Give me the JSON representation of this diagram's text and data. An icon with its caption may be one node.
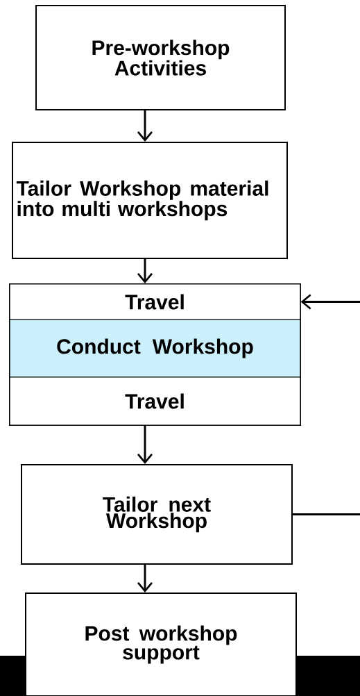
{
  "diagram": {
    "nodes": [
      {
        "text": [
          "Pre-workshop Activities"
        ]
      },
      {
        "text": [
          "Tailor Workshop material into multi workshops"
        ]
      },
      {
        "text": [],
        "shape": "box"
      },
      {
        "text": [
          "Travel"
        ],
        "in": 2
      },
      {
        "text": [
          "Conduct Workshop"
        ],
        "in": 2
      },
      {
        "text": [
          "Travel"
        ],
        "in": 2
      },
      {
        "text": [
          "Tailor next Workshop"
        ]
      },
      {
        "text": [
          "Post workshop support"
        ]
      }
    ],
    "edges": [
      {
        "from": 0,
        "to": 1,
        "arrow": "to"
      },
      {
        "from": 1,
        "to": 2,
        "arrow": "to"
      },
      {
        "from": 2,
        "to": 6,
        "arrow": "to"
      },
      {
        "from": 6,
        "to": 7,
        "arrow": "to"
      },
      {
        "from": 6,
        "to": null,
        "arrow": "none"
      },
      {
        "from": null,
        "to": 3,
        "arrow": "to"
      }
    ]
  }
}
